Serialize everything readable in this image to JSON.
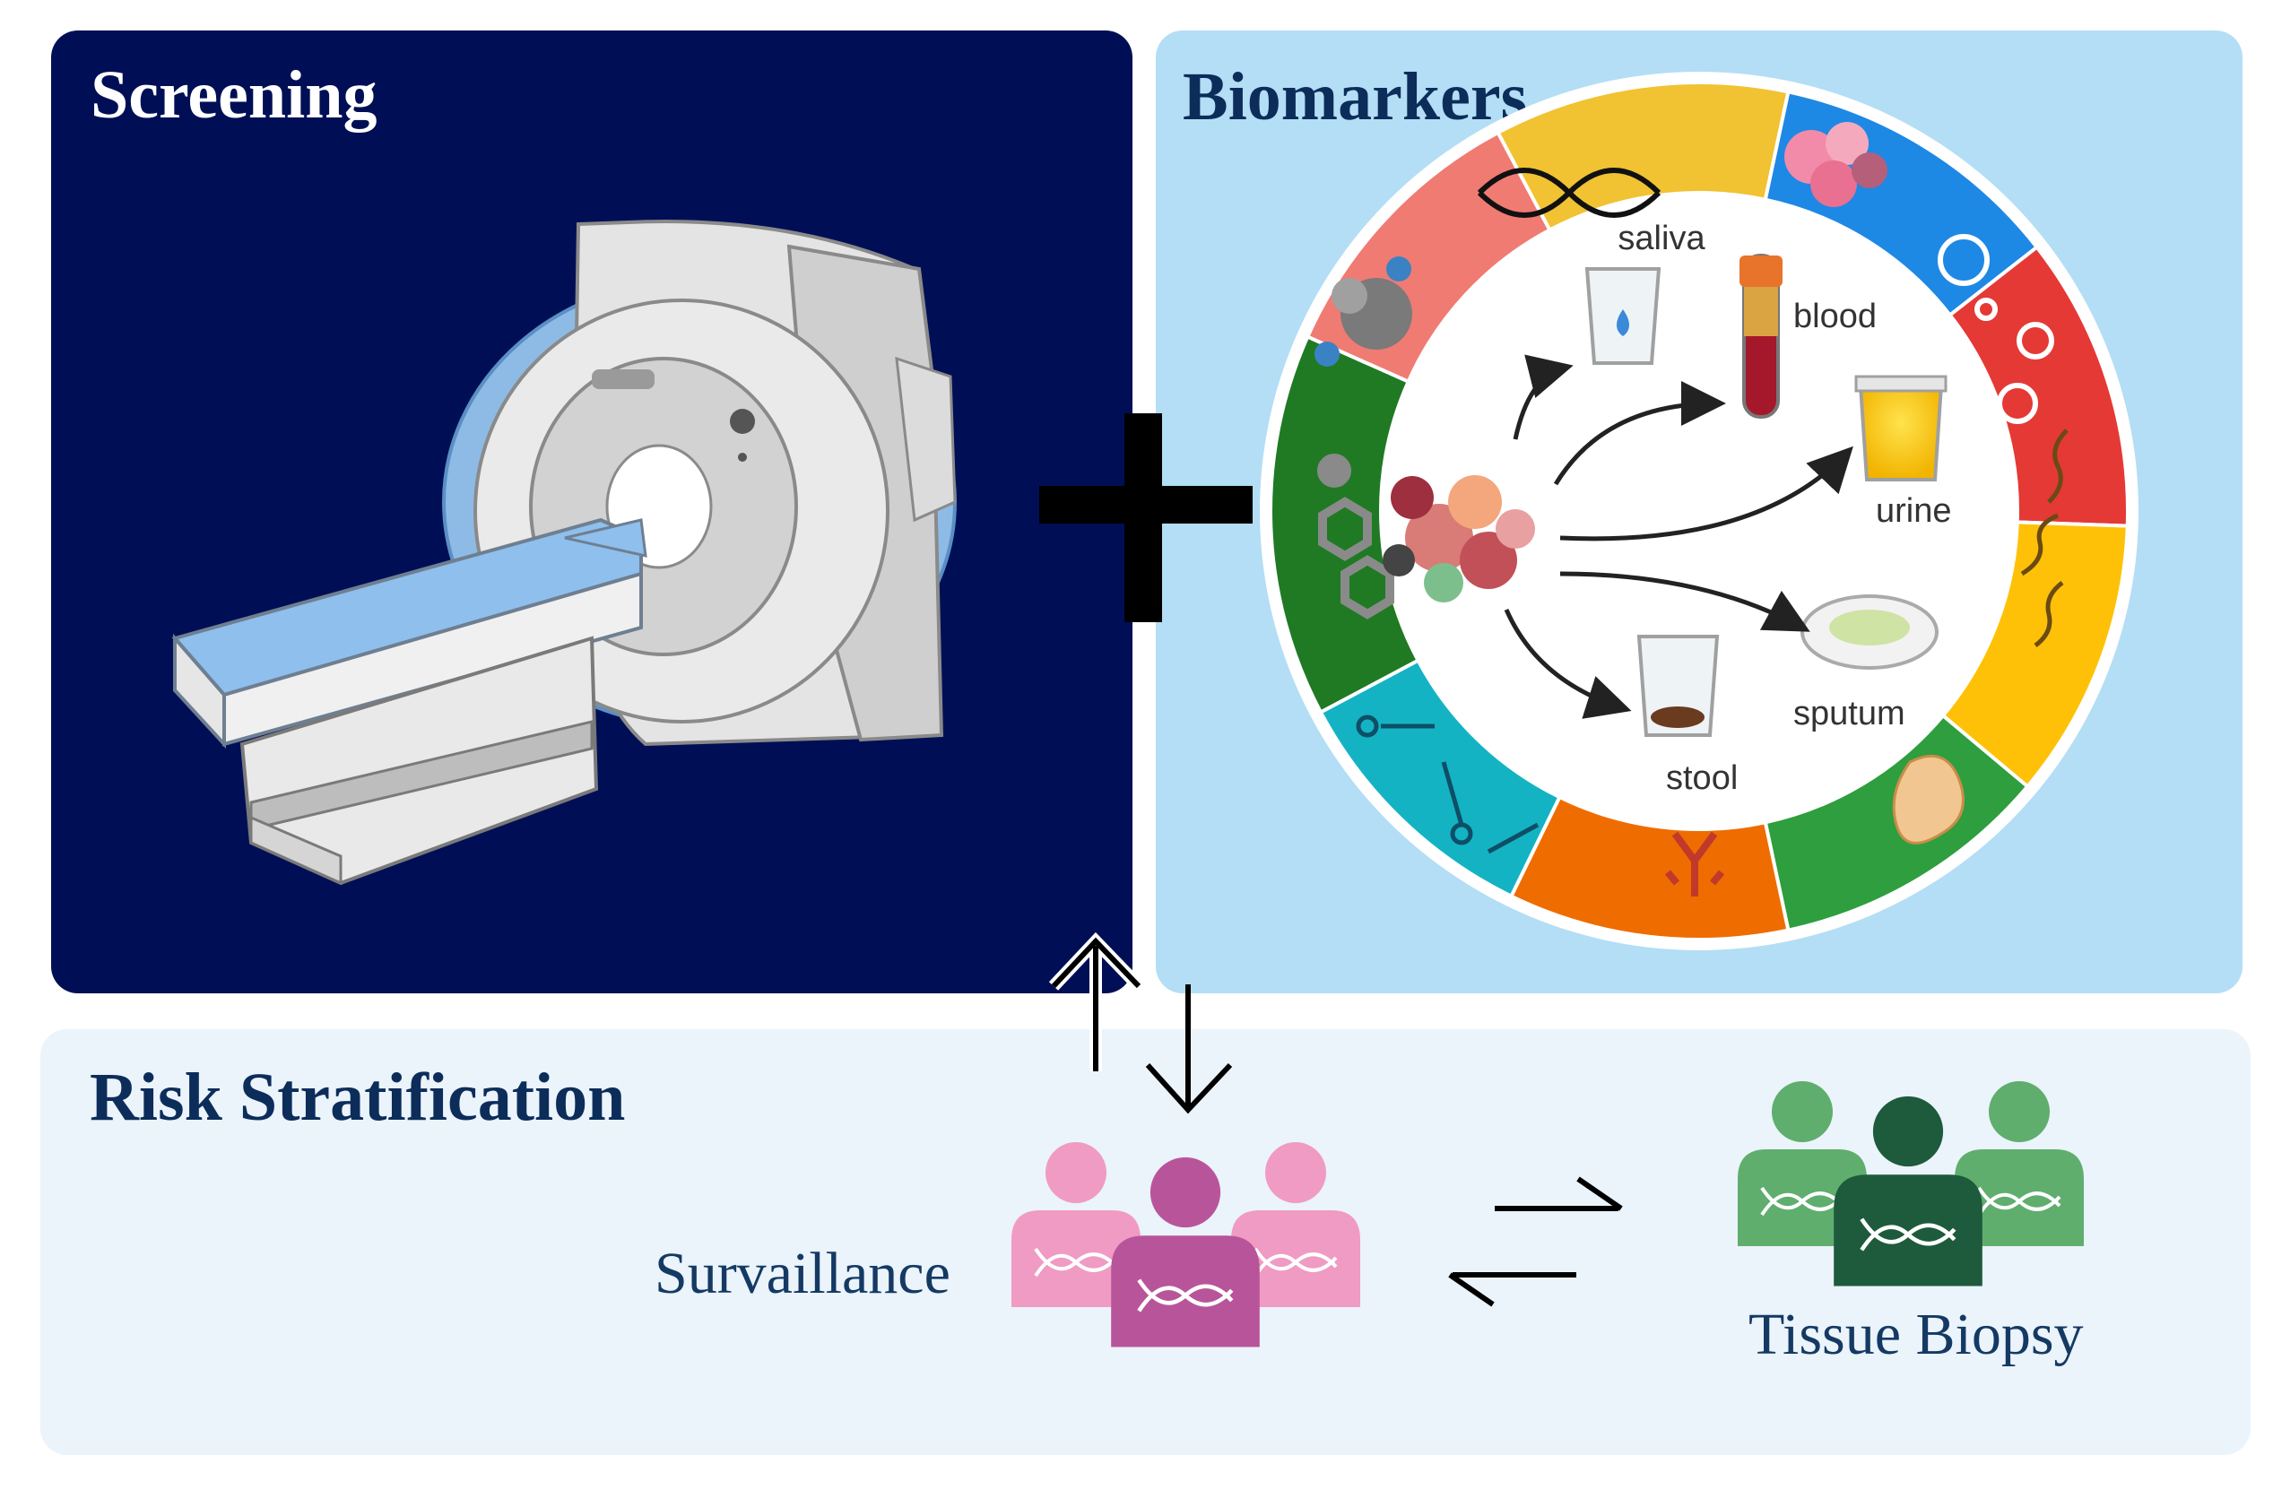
{
  "panels": {
    "screening": {
      "title": "Screening"
    },
    "biomarkers": {
      "title": "Biomarkers",
      "samples": {
        "saliva": "saliva",
        "blood": "blood",
        "urine": "urine",
        "sputum": "sputum",
        "stool": "stool"
      }
    },
    "risk_stratification": {
      "title": "Risk Stratification",
      "groups": {
        "survaillance": "Survaillance",
        "tissue_biopsy": "Tissue Biopsy"
      }
    }
  },
  "colors": {
    "screening_bg": "#000f55",
    "biomarkers_bg": "#b3def5",
    "risk_bg": "#ebf3fb",
    "survaillance_group": "#d9669f",
    "tissue_biopsy_group": "#3f9a5a"
  },
  "icons": [
    "mri-scanner-icon",
    "plus-icon",
    "biomarker-wheel-icon",
    "tumor-cells-icon",
    "people-dna-icon",
    "bidirectional-arrows-icon"
  ]
}
